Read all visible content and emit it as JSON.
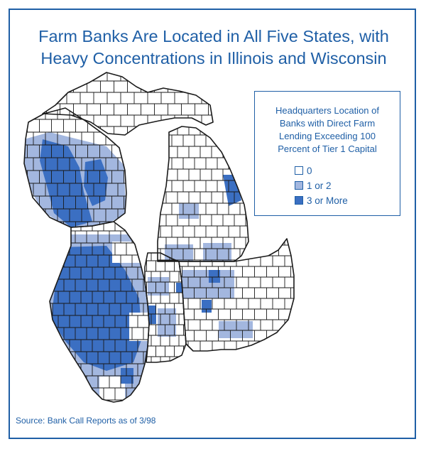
{
  "title": {
    "line1": "Farm Banks Are Located in All Five States, with",
    "line2": "Heavy Concentrations in Illinois and Wisconsin"
  },
  "legend": {
    "title_lines": [
      "Headquarters Location of",
      "Banks with Direct Farm",
      "Lending Exceeding 100",
      "Percent of Tier 1 Capital"
    ],
    "items": [
      {
        "label": "0",
        "color": "#ffffff"
      },
      {
        "label": "1 or 2",
        "color": "#a3b7df"
      },
      {
        "label": "3 or More",
        "color": "#3b6fc2"
      }
    ]
  },
  "source": "Source: Bank Call Reports as of 3/98",
  "colors": {
    "border": "#1f5fa6",
    "county_outline": "#1a1a1a",
    "zero": "#ffffff",
    "one_or_two": "#a3b7df",
    "three_or_more": "#3b6fc2"
  }
}
